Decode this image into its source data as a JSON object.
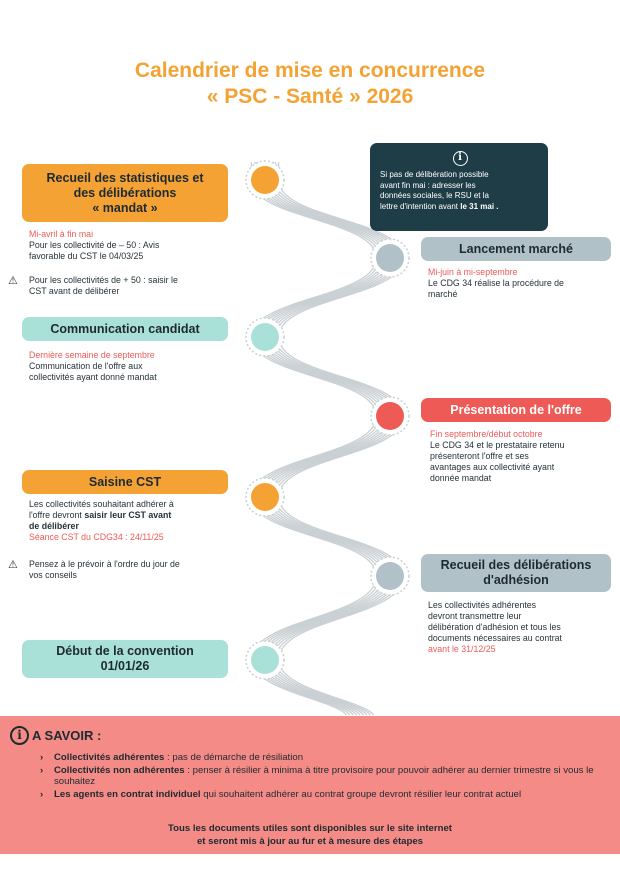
{
  "title": {
    "line1": "Calendrier de mise en concurrence",
    "line2": "« PSC - Santé » 2026"
  },
  "colors": {
    "orange": "#f4a233",
    "teal": "#a9e0d8",
    "grey": "#b0c2c8",
    "red": "#ee5b57",
    "navy": "#1f3d47",
    "pink": "#f48b86",
    "road": "#c9d0d3"
  },
  "info_box": {
    "icon": "info-icon",
    "line1": "Si pas de délibération possible",
    "line2": "avant fin mai : adresser les",
    "line3": "données sociales, le RSU et la",
    "line4_prefix": "lettre d'intention avant ",
    "line4_bold": "le 31 mai ."
  },
  "steps": {
    "recueil_stats": {
      "line1": "Recueil des statistiques et",
      "line2": "des délibérations",
      "line3": "« mandat »",
      "date": "Mi-avril à fin mai",
      "desc1": "Pour les collectivité de – 50 : Avis",
      "desc2": "favorable du CST le 04/03/25",
      "warn_icon": "warning-icon",
      "warn1": "Pour les collectivités de + 50 : saisir le",
      "warn2": "CST avant de délibérer"
    },
    "lancement": {
      "label": "Lancement marché",
      "date": "Mi-juin à mi-septembre",
      "desc1": "Le CDG 34 réalise la procédure de",
      "desc2": "marché"
    },
    "communication": {
      "label": "Communication candidat",
      "date": "Dernière semaine de septembre",
      "desc1": "Communication de l'offre aux",
      "desc2": "collectivités ayant donné mandat"
    },
    "presentation": {
      "label": "Présentation de l'offre",
      "date": "Fin septembre/début octobre",
      "desc1": "Le CDG 34 et le prestataire retenu",
      "desc2": "présenteront l'offre et ses",
      "desc3": "avantages aux collectivité ayant",
      "desc4": "donnée mandat"
    },
    "saisine": {
      "label": "Saisine CST",
      "desc1": "Les collectivités souhaitant adhérer à",
      "desc2_prefix": "l'offre devront ",
      "desc2_bold": "saisir leur CST avant",
      "desc3_bold": "de délibérer",
      "date": "Séance CST du CDG34 : 24/11/25",
      "warn_icon": "warning-icon",
      "warn1": "Pensez à le prévoir à l'ordre du jour de",
      "warn2": "vos conseils"
    },
    "recueil_adhesion": {
      "line1": "Recueil des délibérations",
      "line2": "d'adhésion",
      "desc1": "Les collectivités adhérentes",
      "desc2": "devront transmettre leur",
      "desc3": "délibération d'adhésion et tous les",
      "desc4": "documents nécessaires au contrat",
      "date": "avant le 31/12/25"
    },
    "debut": {
      "line1": "Début de la convention",
      "line2": "01/01/26"
    }
  },
  "a_savoir": {
    "icon": "info-icon",
    "title": "A SAVOIR :",
    "items": [
      {
        "bold": "Collectivités adhérentes",
        "text": " : pas de démarche de résiliation"
      },
      {
        "bold": "Collectivités non adhérentes",
        "text": " : penser à résilier à minima à titre provisoire pour pouvoir adhérer au dernier trimestre si vous le souhaitez"
      },
      {
        "bold": "Les agents en contrat individuel",
        "text": " qui souhaitent adhérer au contrat groupe devront résilier leur contrat actuel"
      }
    ],
    "footer1": "Tous les documents utiles sont disponibles sur le site internet",
    "footer2": "et seront mis à jour au fur et à mesure des étapes"
  }
}
